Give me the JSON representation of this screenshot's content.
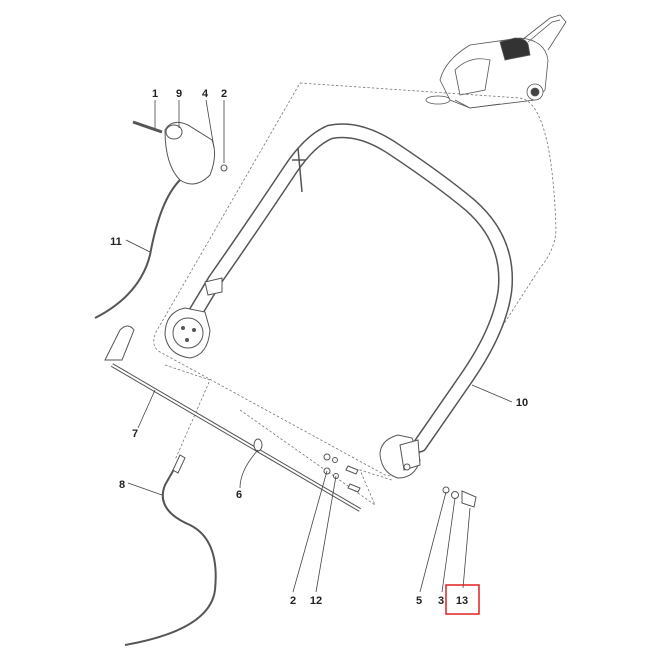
{
  "diagram": {
    "title": "Handle assembly exploded view",
    "highlight_color": "#e02020",
    "labels": {
      "p1": "1",
      "p9": "9",
      "p4": "4",
      "p2_top": "2",
      "p11": "11",
      "p10": "10",
      "p7": "7",
      "p8": "8",
      "p6": "6",
      "p2_bottom": "2",
      "p12": "12",
      "p5": "5",
      "p3": "3",
      "p13": "13"
    },
    "highlighted_part": "13",
    "thumbnail": "floor-sweeper-machine-overview"
  }
}
